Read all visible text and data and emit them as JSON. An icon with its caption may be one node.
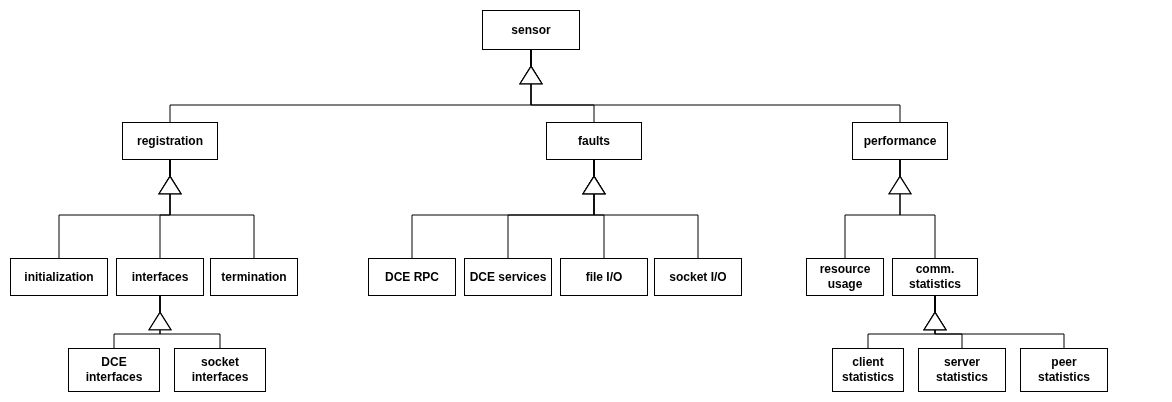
{
  "diagram": {
    "nodes": [
      {
        "text": [
          "sensor"
        ]
      },
      {
        "text": [
          "registration"
        ]
      },
      {
        "text": [
          "faults"
        ]
      },
      {
        "text": [
          "performance"
        ]
      },
      {
        "text": [
          "initialization"
        ]
      },
      {
        "text": [
          "interfaces"
        ]
      },
      {
        "text": [
          "termination"
        ]
      },
      {
        "text": [
          "DCE RPC"
        ]
      },
      {
        "text": [
          "DCE services"
        ]
      },
      {
        "text": [
          "file I/O"
        ]
      },
      {
        "text": [
          "socket I/O"
        ]
      },
      {
        "text": [
          "resource usage"
        ]
      },
      {
        "text": [
          "comm. statistics"
        ]
      },
      {
        "text": [
          "DCE interfaces"
        ]
      },
      {
        "text": [
          "socket interfaces"
        ]
      },
      {
        "text": [
          "client statistics"
        ]
      },
      {
        "text": [
          "server statistics"
        ]
      },
      {
        "text": [
          "peer statistics"
        ]
      }
    ],
    "edges": [
      {
        "from": 1,
        "to": 0,
        "arrow": "to"
      },
      {
        "from": 2,
        "to": 0,
        "arrow": "to"
      },
      {
        "from": 3,
        "to": 0,
        "arrow": "to"
      },
      {
        "from": 4,
        "to": 1,
        "arrow": "to"
      },
      {
        "from": 5,
        "to": 1,
        "arrow": "to"
      },
      {
        "from": 6,
        "to": 1,
        "arrow": "to"
      },
      {
        "from": 7,
        "to": 2,
        "arrow": "to"
      },
      {
        "from": 8,
        "to": 2,
        "arrow": "to"
      },
      {
        "from": 9,
        "to": 2,
        "arrow": "to"
      },
      {
        "from": 10,
        "to": 2,
        "arrow": "to"
      },
      {
        "from": 11,
        "to": 3,
        "arrow": "to"
      },
      {
        "from": 12,
        "to": 3,
        "arrow": "to"
      },
      {
        "from": 13,
        "to": 5,
        "arrow": "to"
      },
      {
        "from": 14,
        "to": 5,
        "arrow": "to"
      },
      {
        "from": 15,
        "to": 12,
        "arrow": "to"
      },
      {
        "from": 16,
        "to": 12,
        "arrow": "to"
      },
      {
        "from": 17,
        "to": 12,
        "arrow": "to"
      }
    ]
  }
}
